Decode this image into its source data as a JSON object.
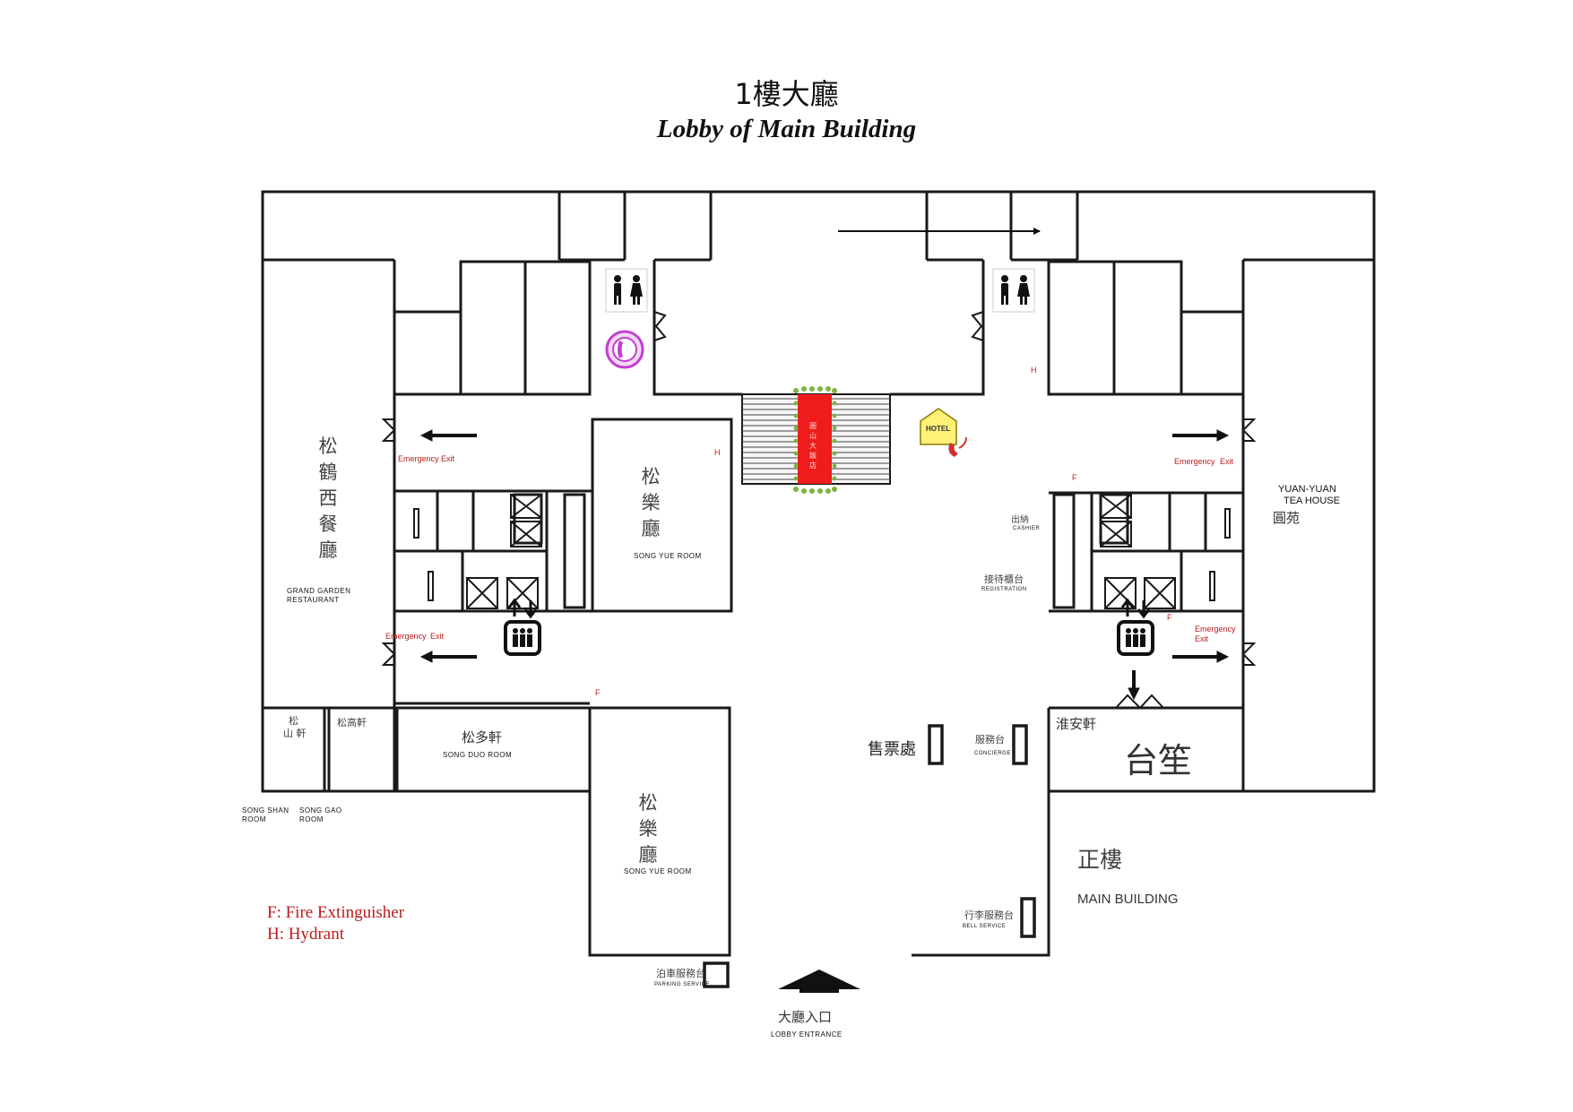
{
  "header": {
    "title_zh": "1樓大廳",
    "title_en": "Lobby of Main Building"
  },
  "rooms": {
    "grand_garden": {
      "zh": "松鶴西餐廳",
      "en_line1": "GRAND GARDEN",
      "en_line2": "RESTAURANT"
    },
    "song_yue_upper": {
      "zh": "松樂廳",
      "en": "SONG YUE ROOM"
    },
    "song_yue_lower": {
      "zh": "松樂廳",
      "en": "SONG YUE ROOM"
    },
    "song_duo": {
      "zh": "松多軒",
      "en": "SONG DUO ROOM"
    },
    "song_shan": {
      "zh_line1": "松",
      "zh_line2": "山 軒",
      "en_line1": "SONG SHAN",
      "en_line2": "ROOM"
    },
    "song_gao": {
      "zh": "松高軒",
      "en_line1": "SONG GAO",
      "en_line2": "ROOM"
    },
    "yuan_yuan": {
      "en_line1": "YUAN-YUAN",
      "en_line2": "TEA HOUSE",
      "zh": "圓苑"
    },
    "huai_an": {
      "zh": "淮安軒"
    },
    "tai_sheng": {
      "zh": "台笙"
    },
    "main_building": {
      "zh": "正樓",
      "en": "MAIN BUILDING"
    }
  },
  "services": {
    "cashier": {
      "zh": "出納",
      "en": "CASHIER"
    },
    "registration": {
      "zh": "接待櫃台",
      "en": "REGISTRATION"
    },
    "ticket": {
      "zh": "售票處"
    },
    "concierge": {
      "zh": "服務台",
      "en": "CONCIERGE"
    },
    "bell": {
      "zh": "行李服務台",
      "en": "BELL SERVICE"
    },
    "parking": {
      "zh": "泊車服務台",
      "en": "PARKING SERVICE"
    },
    "entrance": {
      "zh": "大廳入口",
      "en": "LOBBY ENTRANCE"
    },
    "hotel_sign": "HOTEL",
    "carpet_text": "圓山大飯店"
  },
  "emergency_exits": [
    {
      "id": "nw",
      "line1": "Emergency",
      "line2": "Exit"
    },
    {
      "id": "sw",
      "line1": "Emergency",
      "line2": "Exit"
    },
    {
      "id": "ne",
      "line1": "Emergency",
      "line2": "Exit"
    },
    {
      "id": "se",
      "line1": "Emergency",
      "line2": "Exit"
    }
  ],
  "markers": {
    "fire": "F",
    "hydrant": "H"
  },
  "legend": [
    {
      "key": "F",
      "text": "F: Fire Extinguisher"
    },
    {
      "key": "H",
      "text": "H: Hydrant"
    }
  ],
  "colors": {
    "walls": "#1a1a1a",
    "legend_red": "#b71c1c",
    "carpet_red": "#ee1c1c",
    "carpet_green": "#7cb342",
    "hotel_yellow": "#fff176",
    "phone_purple": "#c23fd1"
  },
  "icons": [
    "restroom-icon",
    "telephone-icon",
    "elevator-icon",
    "hotel-sign-icon",
    "emergency-phone-icon",
    "entrance-arrow-icon"
  ]
}
